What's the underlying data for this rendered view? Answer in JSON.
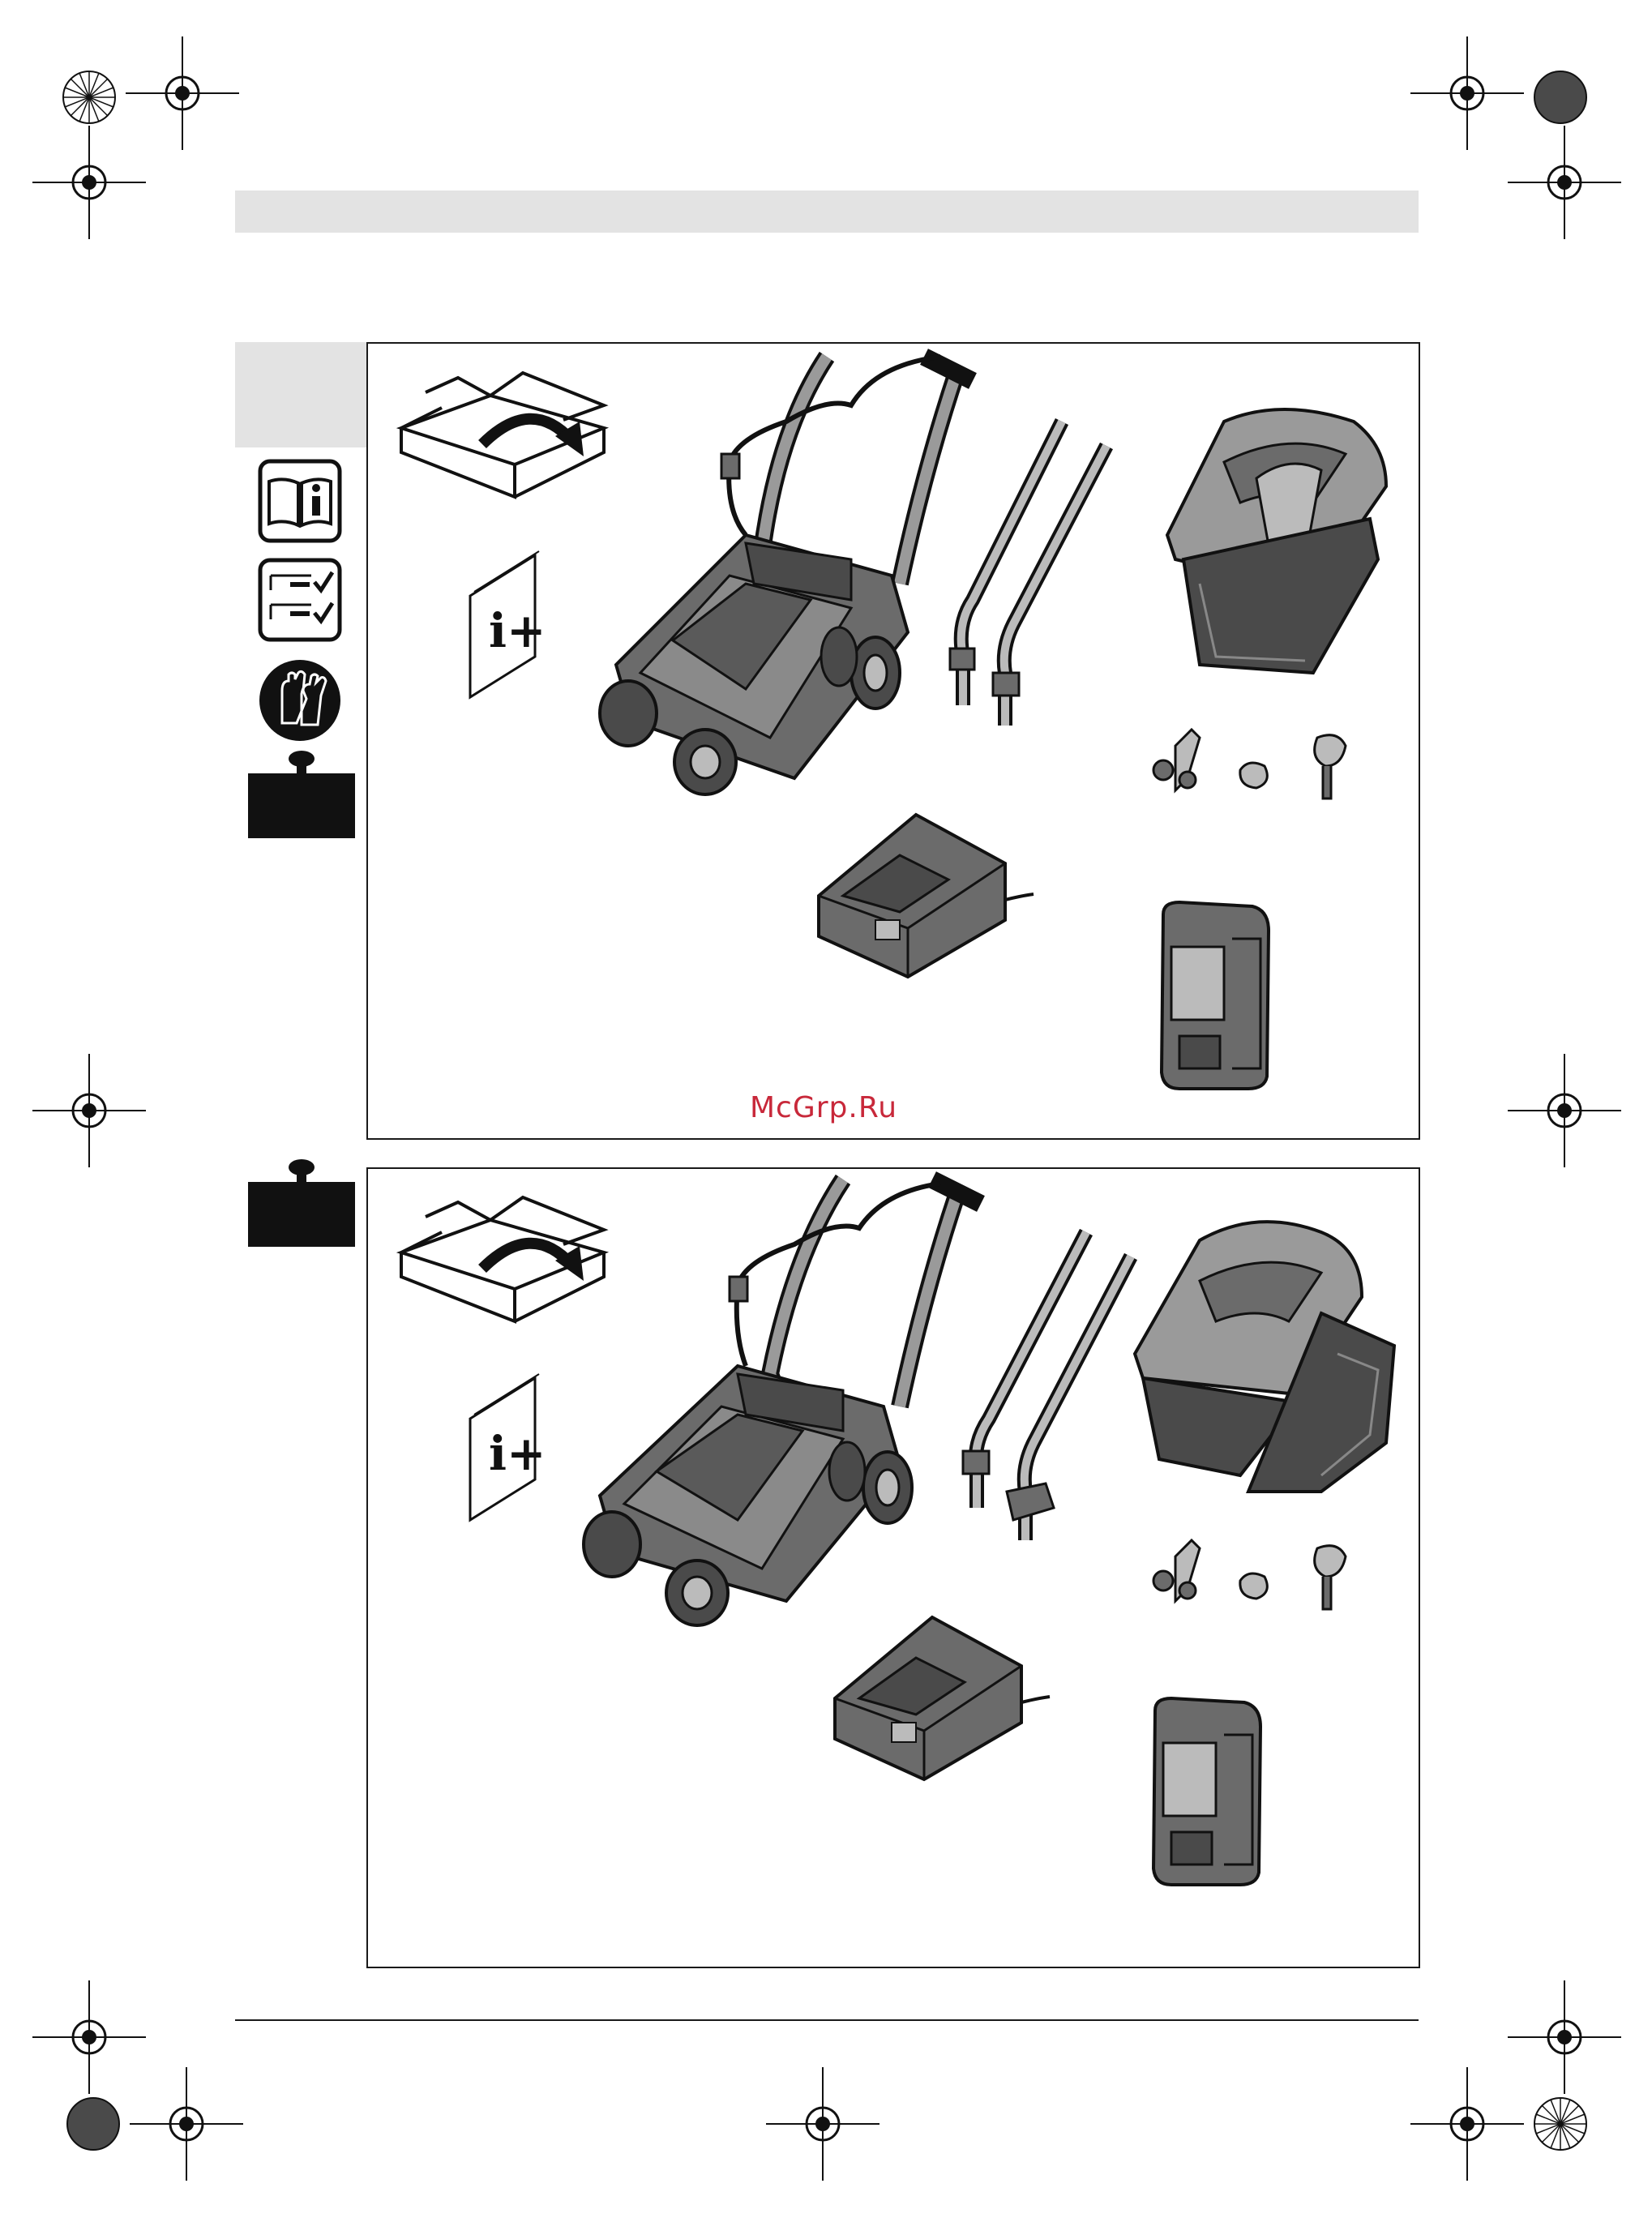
{
  "watermark": {
    "text": "McGrp.Ru",
    "color": "#c8283a"
  },
  "colors": {
    "header_band": "#e3e3e3",
    "panel_border": "#1a1a1a",
    "part_fill": "#6b6b6b",
    "part_light": "#9a9a9a"
  },
  "icons": {
    "manual": "read-manual-info-icon",
    "checklist": "parts-checklist-icon",
    "gloves": "wear-gloves-icon",
    "weight": "weight-block-icon",
    "unbox": "open-box-arrow-icon",
    "info_booklet": "info-booklet-icon"
  },
  "panels": [
    {
      "id": "top",
      "booklet_label": "i+"
    },
    {
      "id": "bottom",
      "booklet_label": "i+"
    }
  ]
}
